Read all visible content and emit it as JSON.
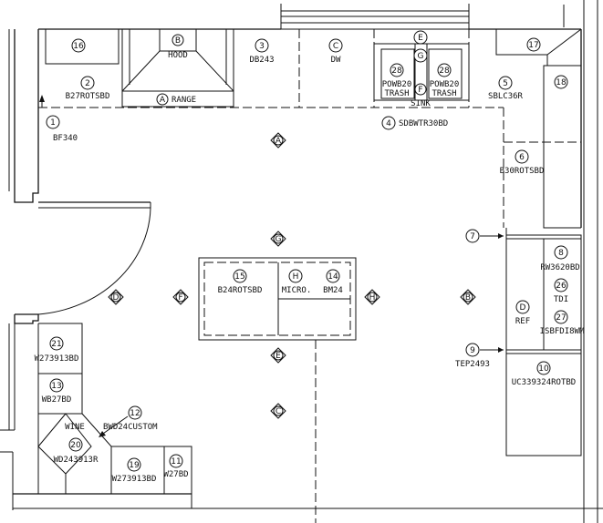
{
  "plan": {
    "labels": {
      "range": "RANGE",
      "hood": "HOOD",
      "sink": "SINK",
      "wine": "WINE",
      "micro": "MICRO.",
      "ref": "REF",
      "tdi": "TDI",
      "trash_left": "TRASH",
      "trash_right": "TRASH"
    },
    "cabinets": {
      "bf340": "BF340",
      "b27rotsbd": "B27ROTSBD",
      "db243": "DB243",
      "dw": "DW",
      "powb20_left": "POWB20",
      "powb20_right": "POWB20",
      "sdbwtr30bd": "SDBWTR30BD",
      "sblc36r": "SBLC36R",
      "b30rotsbd": "B30ROTSBD",
      "rw3620bd": "RW3620BD",
      "isbfdi8wm": "ISBFDI8WM",
      "tep2493": "TEP2493",
      "uc339324rotbd": "UC339324ROTBD",
      "b24rotsbd": "B24ROTSBD",
      "bm24": "BM24",
      "w273913bd_upper": "W273913BD",
      "wb27bd": "WB27BD",
      "bwd24custom": "BWD24CUSTOM",
      "wd243913r": "WD243913R",
      "w273913bd_lower": "W273913BD",
      "w27bd": "W27BD"
    },
    "numbers": {
      "n1": "1",
      "n2": "2",
      "n3": "3",
      "n4": "4",
      "n5": "5",
      "n6": "6",
      "n7": "7",
      "n8": "8",
      "n9": "9",
      "n10": "10",
      "n11": "11",
      "n12": "12",
      "n13": "13",
      "n14": "14",
      "n15": "15",
      "n16": "16",
      "n17": "17",
      "n18": "18",
      "n19": "19",
      "n20": "20",
      "n21": "21",
      "n26": "26",
      "n27": "27",
      "n28a": "28",
      "n28b": "28"
    },
    "letters": {
      "range_a": "A",
      "hood_b": "B",
      "dw_c": "C",
      "sink_e": "E",
      "sink_g": "G",
      "sink_f": "F",
      "ref_d": "D",
      "micro_h": "H"
    },
    "elevations": {
      "a": "A",
      "g": "G",
      "e": "E",
      "c": "C",
      "d": "D",
      "f": "F",
      "h": "H",
      "b": "B"
    }
  }
}
